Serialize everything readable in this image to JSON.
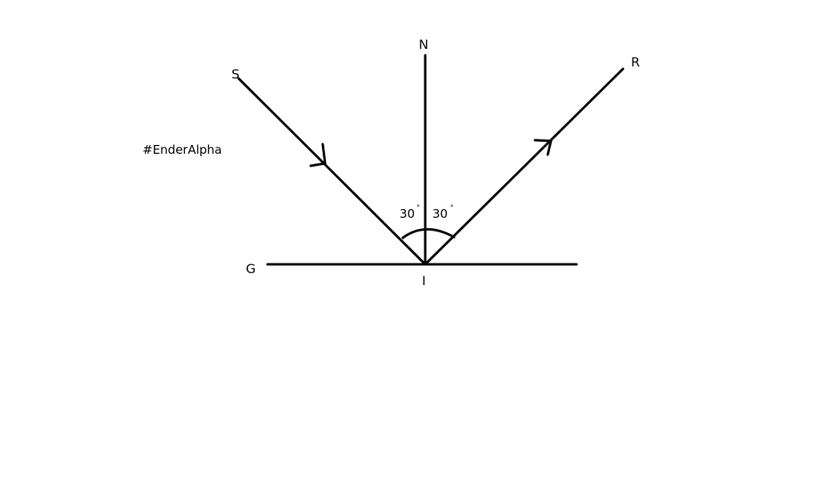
{
  "watermark": "#EnderAlpha",
  "labels": {
    "incident_start": "S",
    "normal_top": "N",
    "reflected_end": "R",
    "surface": "G",
    "incidence_point": "I"
  },
  "angles": {
    "incidence": "30",
    "reflection": "30",
    "unit": "°"
  },
  "colors": {
    "ink": "#000000",
    "background": "#ffffff"
  }
}
